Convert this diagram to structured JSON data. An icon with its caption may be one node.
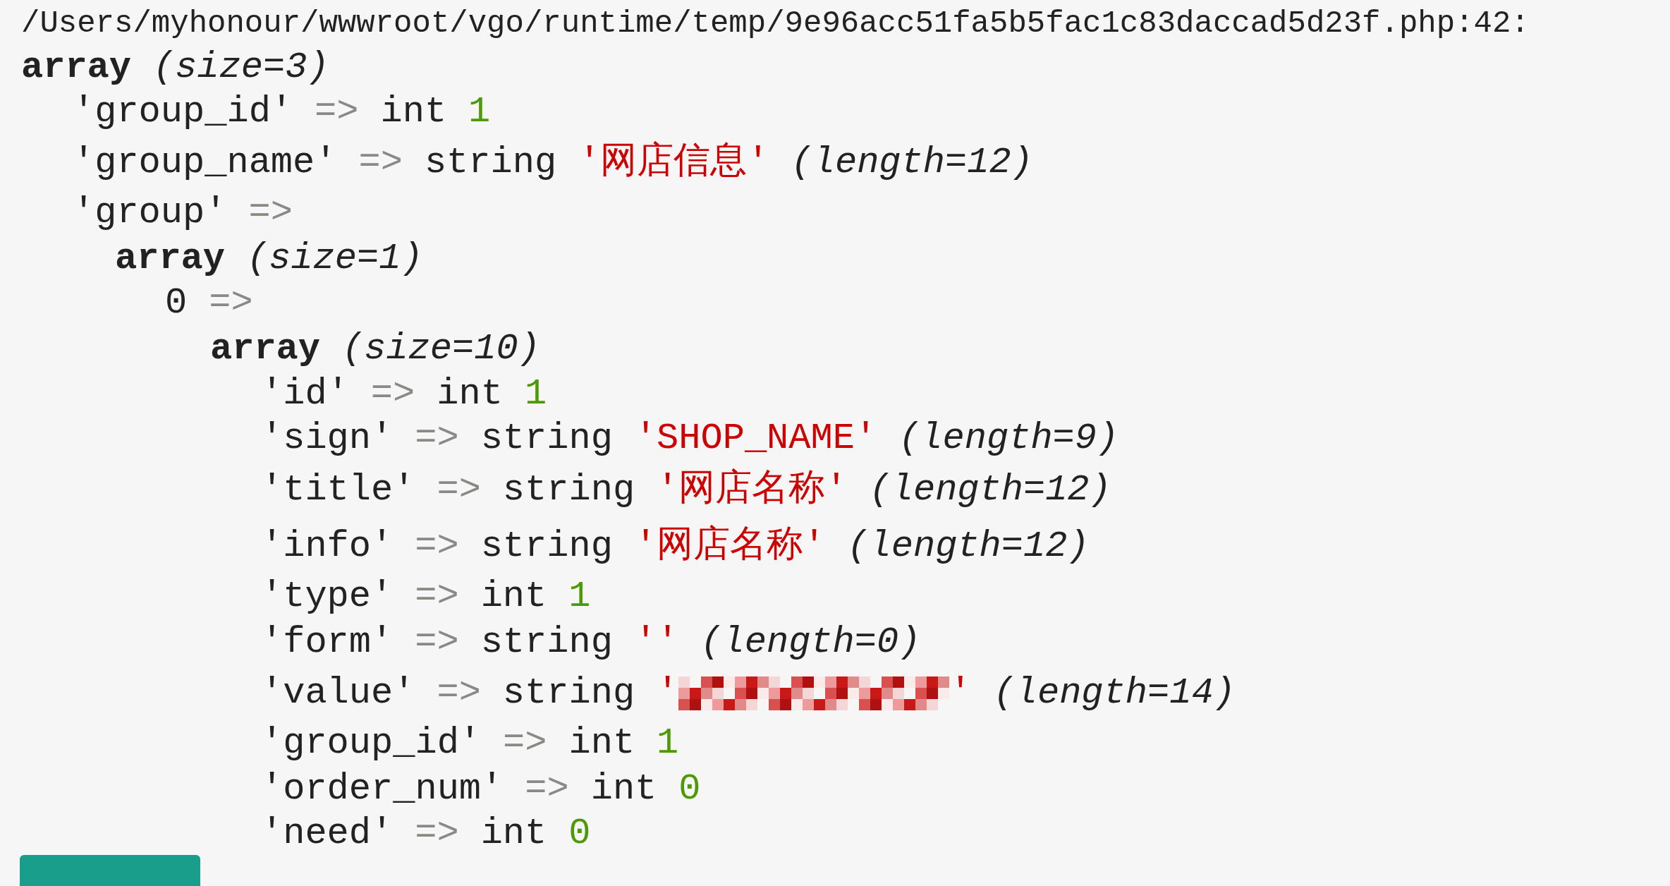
{
  "diagram": {
    "labels": [
      "/Users/myhonour/wwwroot/vgo/runtime/temp/9e96acc51fa5b5fac1c83daccad5d23f.php:42:",
      "array",
      "(size=3)",
      "'group_id'",
      "=>",
      "int",
      "1",
      "'group_name'",
      "=>",
      "string",
      "'网店信息'",
      "(length=12)",
      "'group'",
      "=>",
      "array",
      "(size=1)",
      "0",
      "=>",
      "array",
      "(size=10)",
      "'id'",
      "=>",
      "int",
      "1",
      "'sign'",
      "=>",
      "string",
      "'SHOP_NAME'",
      "(length=9)",
      "'title'",
      "=>",
      "string",
      "'网店名称'",
      "(length=12)",
      "'info'",
      "=>",
      "string",
      "'网店名称'",
      "(length=12)",
      "'type'",
      "=>",
      "int",
      "1",
      "'form'",
      "=>",
      "string",
      "''",
      "(length=0)",
      "'value'",
      "=>",
      "string",
      "'",
      "'",
      "(length=14)",
      "'group_id'",
      "=>",
      "int",
      "1",
      "'order_num'",
      "=>",
      "int",
      "0",
      "'need'",
      "=>",
      "int",
      "0"
    ]
  }
}
